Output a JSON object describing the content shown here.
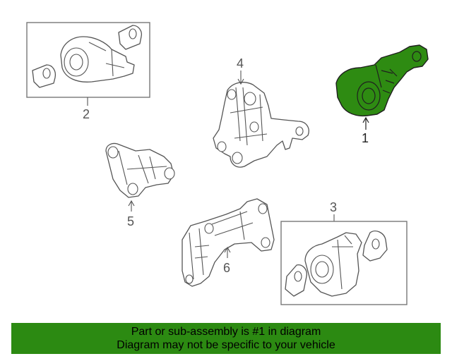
{
  "diagram": {
    "callouts": [
      {
        "id": "1",
        "label": "1",
        "highlighted": true
      },
      {
        "id": "2",
        "label": "2",
        "highlighted": false
      },
      {
        "id": "3",
        "label": "3",
        "highlighted": false
      },
      {
        "id": "4",
        "label": "4",
        "highlighted": false
      },
      {
        "id": "5",
        "label": "5",
        "highlighted": false
      },
      {
        "id": "6",
        "label": "6",
        "highlighted": false
      }
    ],
    "highlight_color": "#2e8b12",
    "line_color": "#555555"
  },
  "banner": {
    "line1": "Part or sub-assembly is #1 in diagram",
    "line2": "Diagram may not be specific to your vehicle",
    "background": "#2c8a12"
  }
}
